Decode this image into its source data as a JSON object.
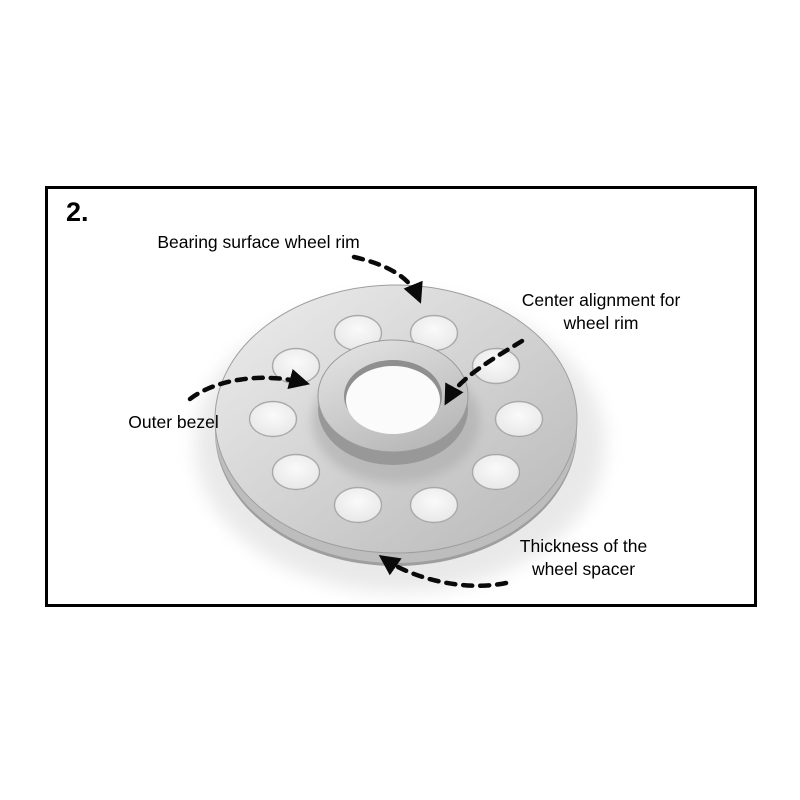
{
  "figure": {
    "step_number": "2.",
    "labels": {
      "bearing_surface": "Bearing surface wheel rim",
      "center_alignment": [
        "Center alignment for",
        "wheel rim"
      ],
      "outer_bezel": "Outer bezel",
      "thickness": [
        "Thickness of the",
        "wheel spacer"
      ]
    },
    "colors": {
      "border": "#000000",
      "arrow": "#0a0a0a",
      "spacer_light": "#ececec",
      "spacer_mid": "#cfcfcf",
      "spacer_dark": "#b9b9b9",
      "background": "#ffffff"
    }
  }
}
